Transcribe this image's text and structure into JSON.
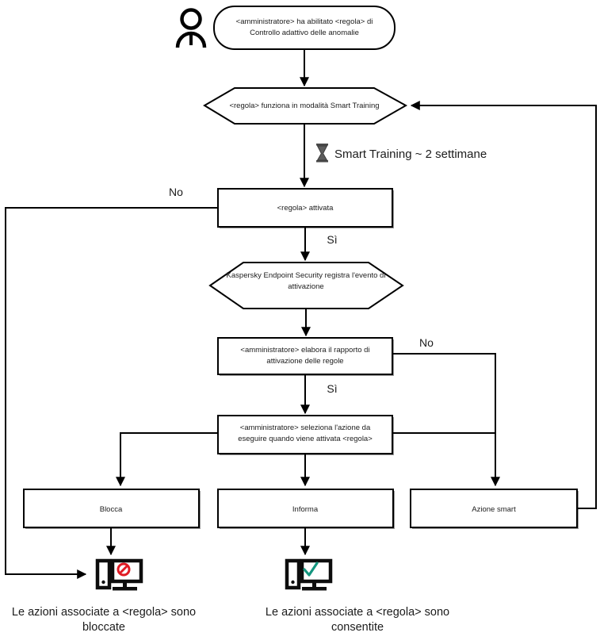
{
  "diagram": {
    "title": "Controllo adattivo delle anomalie - flusso regola",
    "actor": {
      "icon": "person-icon"
    },
    "nodes": {
      "start": {
        "shape": "rounded",
        "line1": "<amministratore> ha abilitato <regola> di",
        "line2": "Controllo adattivo delle anomalie"
      },
      "smart_training": {
        "shape": "hexagon",
        "text": "<regola> funziona in modalità Smart Training"
      },
      "rule_activated": {
        "shape": "box",
        "text": "<regola> attivata"
      },
      "kes_event": {
        "shape": "hexagon",
        "line1": "Kaspersky Endpoint Security registra l'evento di",
        "line2": "attivazione"
      },
      "admin_report": {
        "shape": "box",
        "line1": "<amministratore> elabora il rapporto di",
        "line2": "attivazione delle regole"
      },
      "admin_select_action": {
        "shape": "box",
        "line1": "<amministratore> seleziona l'azione da",
        "line2": "eseguire quando viene attivata <regola>"
      },
      "block": {
        "shape": "box",
        "text": "Blocca"
      },
      "inform": {
        "shape": "box",
        "text": "Informa"
      },
      "smart_action": {
        "shape": "box",
        "text": "Azione smart"
      }
    },
    "notes": {
      "smart_training_duration": "Smart Training ~ 2 settimane",
      "hourglass_icon": "hourglass-icon"
    },
    "branch_labels": {
      "rule_activated_no": "No",
      "rule_activated_yes": "Sì",
      "admin_report_no": "No",
      "admin_report_yes": "Sì"
    },
    "outcome_icons": {
      "blocked": {
        "icon": "computer-blocked-icon",
        "symbol": "prohibited",
        "color": "#e01b24"
      },
      "allowed": {
        "icon": "computer-allowed-icon",
        "symbol": "check",
        "color": "#14967f"
      }
    },
    "captions": {
      "blocked": {
        "line1": "Le azioni associate a <regola> sono",
        "line2": "bloccate",
        "color": "#e05a4f"
      },
      "allowed": {
        "line1": "Le azioni associate a <regola> sono",
        "line2": "consentite",
        "color": "#118a7e"
      }
    },
    "colors": {
      "stroke": "#000000",
      "background": "#ffffff",
      "text": "#1c1c1c",
      "shadow": "#9a9a9a"
    }
  }
}
